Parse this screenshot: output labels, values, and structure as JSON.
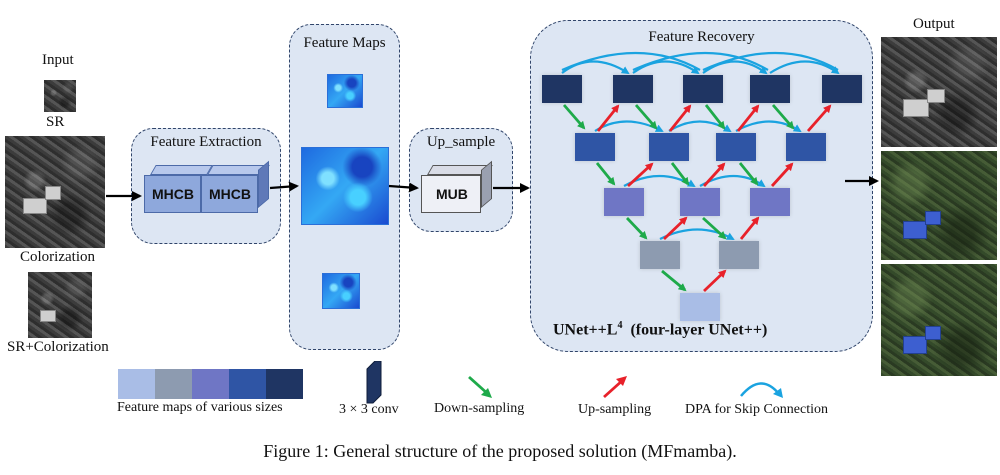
{
  "labels": {
    "input": "Input",
    "sr": "SR",
    "colorization": "Colorization",
    "sr_colorization": "SR+Colorization",
    "output": "Output",
    "feature_extraction": "Feature Extraction",
    "feature_maps": "Feature Maps",
    "up_sample": "Up_sample",
    "feature_recovery": "Feature Recovery",
    "mhcb": "MHCB",
    "mub": "MUB",
    "unet_main": "UNet++L",
    "unet_sup": "4",
    "unet_rest": "(four-layer UNet++)"
  },
  "legend": {
    "feature_maps": "Feature maps of various sizes",
    "conv": "3 × 3 conv",
    "down": "Down-sampling",
    "up": "Up-sampling",
    "dpa": "DPA for Skip Connection"
  },
  "caption": "Figure 1: General structure of the proposed solution (MFmamba).",
  "colors": {
    "level0": "#1f3563",
    "level1": "#2f55a5",
    "level2": "#6f76c5",
    "level3": "#8d9bb0",
    "level4": "#a9bde6",
    "down_arrow": "#1eaa4a",
    "up_arrow": "#e8212a",
    "skip_arrow": "#1aa3e0",
    "panel_bg": "#dde6f3"
  },
  "icons": {
    "down": "green-diagonal-arrow",
    "up": "red-diagonal-arrow",
    "skip": "cyan-curved-arrow"
  }
}
